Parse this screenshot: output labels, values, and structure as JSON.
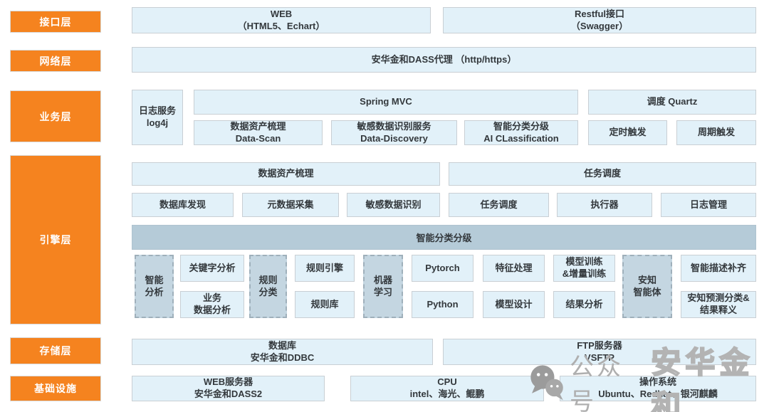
{
  "colors": {
    "accent_orange": "#F5831F",
    "box_blue": "#E2F1F9",
    "band_blue": "#B5CBD8",
    "dashed_blue": "#C4D6E1"
  },
  "layers": {
    "interface": "接口层",
    "network": "网络层",
    "business": "业务层",
    "engine": "引擎层",
    "storage": "存储层",
    "infra": "基础设施"
  },
  "interface": {
    "web": {
      "line1": "WEB",
      "line2": "（HTML5、Echart）"
    },
    "restful": {
      "line1": "Restful接口",
      "line2": "（Swagger）"
    }
  },
  "network": {
    "proxy": "安华金和DASS代理 （http/https）"
  },
  "business": {
    "log": {
      "line1": "日志服务",
      "line2": "log4j"
    },
    "spring": "Spring MVC",
    "quartz": "调度 Quartz",
    "datascan": {
      "line1": "数据资产梳理",
      "line2": "Data-Scan"
    },
    "discovery": {
      "line1": "敏感数据识别服务",
      "line2": "Data-Discovery"
    },
    "aiclass": {
      "line1": "智能分类分级",
      "line2": "AI CLassification"
    },
    "timed": "定时触发",
    "cycle": "周期触发"
  },
  "engine": {
    "asset_header": "数据资产梳理",
    "task_header": "任务调度",
    "db_discovery": "数据库发现",
    "metadata": "元数据采集",
    "sensitive": "敏感数据识别",
    "task_sched": "任务调度",
    "executor": "执行器",
    "log_mgmt": "日志管理",
    "band": "智能分类分级",
    "ai_analysis": {
      "line1": "智能",
      "line2": "分析"
    },
    "keyword": "关键字分析",
    "biz_analysis": {
      "line1": "业务",
      "line2": "数据分析"
    },
    "rule_class": {
      "line1": "规则",
      "line2": "分类"
    },
    "rule_engine": "规则引擎",
    "rule_lib": "规则库",
    "ml": {
      "line1": "机器",
      "line2": "学习"
    },
    "pytorch": "Pytorch",
    "python": "Python",
    "feature": "特征处理",
    "model_design": "模型设计",
    "train": {
      "line1": "模型训练",
      "line2": "&增量训练"
    },
    "result": "结果分析",
    "anzhi": {
      "line1": "安知",
      "line2": "智能体"
    },
    "desc": "智能描述补齐",
    "predict": {
      "line1": "安知预测分类&",
      "line2": "结果释义"
    }
  },
  "storage": {
    "db": {
      "line1": "数据库",
      "line2": "安华金和DDBC"
    },
    "ftp": {
      "line1": "FTP服务器",
      "line2": "VSFTP"
    }
  },
  "infra": {
    "web": {
      "line1": "WEB服务器",
      "line2": "安华金和DASS2"
    },
    "cpu": {
      "line1": "CPU",
      "line2": "intel、海光、鲲鹏"
    },
    "os": {
      "line1": "操作系统",
      "line2": "Ubuntu、Redhat、银河麒麟"
    }
  },
  "watermark": {
    "icon": "wechat-icon",
    "label": "公众号",
    "brand": "安华金和"
  }
}
